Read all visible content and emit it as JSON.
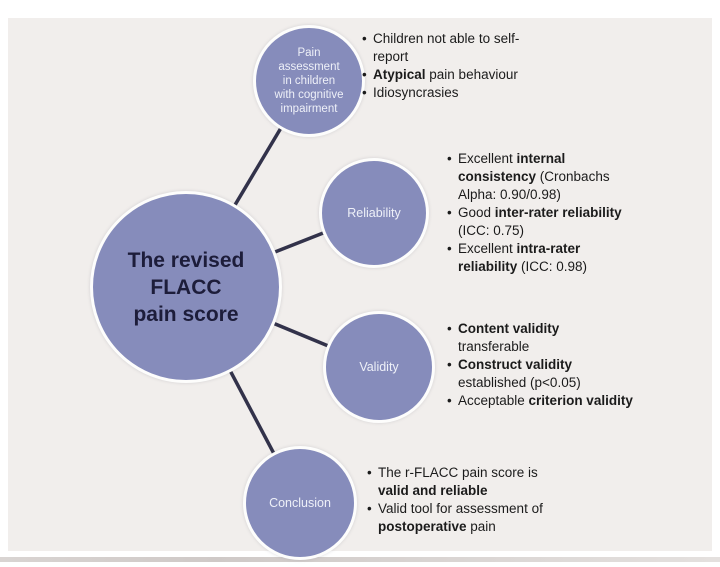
{
  "diagram": {
    "bullet_char": "•",
    "colors": {
      "circle_fill": "#868cbb",
      "circle_ring": "#fdfdfc",
      "connector": "#32324a",
      "panel_bg": "#f1eeec",
      "center_text": "#1d1d3a",
      "node_label_text": "#eef0f8",
      "bullet_text": "#1b1b1b"
    },
    "center": {
      "label_lines": [
        "The revised",
        "FLACC",
        "pain score"
      ]
    },
    "nodes": [
      {
        "id": "pain-assessment",
        "label_lines": [
          "Pain",
          "assessment",
          "in children",
          "with cognitive",
          "impairment"
        ],
        "bullets": [
          {
            "lines": [
              [
                {
                  "t": "Children not able to self-",
                  "b": false
                }
              ],
              [
                {
                  "t": "report",
                  "b": false
                }
              ]
            ]
          },
          {
            "lines": [
              [
                {
                  "t": "Atypical",
                  "b": true
                },
                {
                  "t": " pain behaviour",
                  "b": false
                }
              ]
            ]
          },
          {
            "lines": [
              [
                {
                  "t": "Idiosyncrasies",
                  "b": false
                }
              ]
            ]
          }
        ]
      },
      {
        "id": "reliability",
        "label_lines": [
          "Reliability"
        ],
        "bullets": [
          {
            "lines": [
              [
                {
                  "t": "Excellent ",
                  "b": false
                },
                {
                  "t": "internal",
                  "b": true
                }
              ],
              [
                {
                  "t": "consistency",
                  "b": true
                },
                {
                  "t": " (Cronbachs",
                  "b": false
                }
              ],
              [
                {
                  "t": "Alpha: 0.90/0.98)",
                  "b": false
                }
              ]
            ]
          },
          {
            "lines": [
              [
                {
                  "t": "Good ",
                  "b": false
                },
                {
                  "t": "inter-rater reliability",
                  "b": true
                }
              ],
              [
                {
                  "t": "(ICC: 0.75)",
                  "b": false
                }
              ]
            ]
          },
          {
            "lines": [
              [
                {
                  "t": "Excellent ",
                  "b": false
                },
                {
                  "t": "intra-rater",
                  "b": true
                }
              ],
              [
                {
                  "t": "reliability",
                  "b": true
                },
                {
                  "t": " (ICC: 0.98)",
                  "b": false
                }
              ]
            ]
          }
        ]
      },
      {
        "id": "validity",
        "label_lines": [
          "Validity"
        ],
        "bullets": [
          {
            "lines": [
              [
                {
                  "t": "Content validity",
                  "b": true
                }
              ],
              [
                {
                  "t": "transferable",
                  "b": false
                }
              ]
            ]
          },
          {
            "lines": [
              [
                {
                  "t": "Construct validity",
                  "b": true
                }
              ],
              [
                {
                  "t": "established (p<0.05)",
                  "b": false
                }
              ]
            ]
          },
          {
            "lines": [
              [
                {
                  "t": "Acceptable ",
                  "b": false
                },
                {
                  "t": "criterion validity",
                  "b": true
                }
              ]
            ]
          }
        ]
      },
      {
        "id": "conclusion",
        "label_lines": [
          "Conclusion"
        ],
        "bullets": [
          {
            "lines": [
              [
                {
                  "t": "The r-FLACC pain score is",
                  "b": false
                }
              ],
              [
                {
                  "t": "valid and reliable",
                  "b": true
                }
              ]
            ]
          },
          {
            "lines": [
              [
                {
                  "t": "Valid tool for assessment of",
                  "b": false
                }
              ],
              [
                {
                  "t": "postoperative",
                  "b": true
                },
                {
                  "t": " pain",
                  "b": false
                }
              ]
            ]
          }
        ]
      }
    ]
  }
}
